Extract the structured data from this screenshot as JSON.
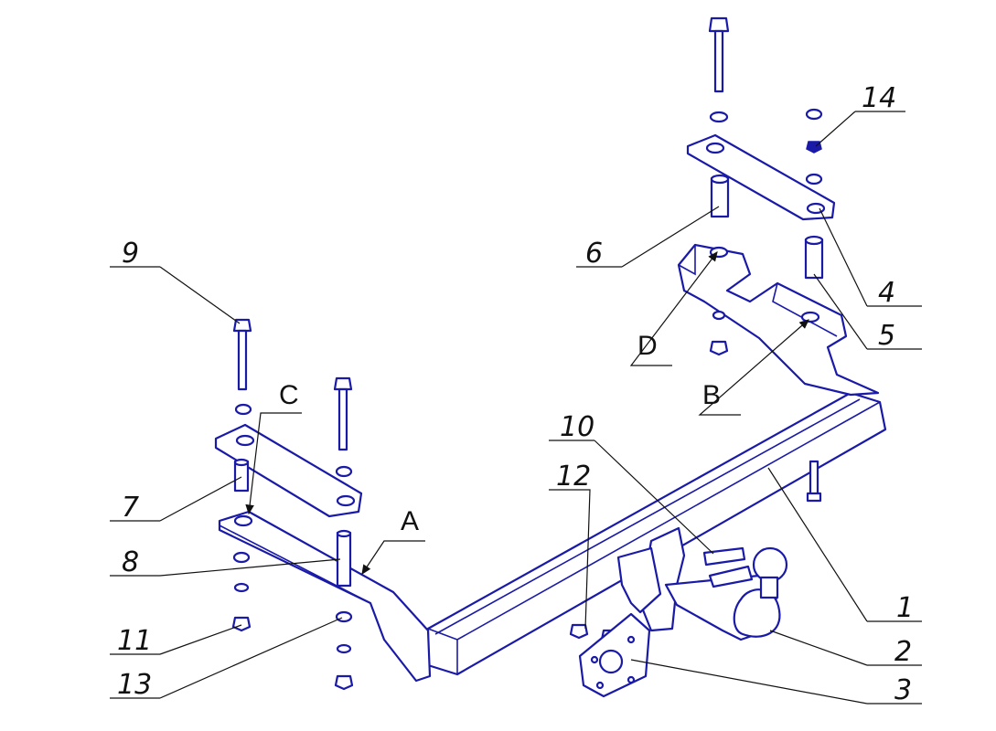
{
  "callouts": {
    "c1": "1",
    "c2": "2",
    "c3": "3",
    "c4": "4",
    "c5": "5",
    "c6": "6",
    "c7": "7",
    "c8": "8",
    "c9": "9",
    "c10": "10",
    "c11": "11",
    "c12": "12",
    "c13": "13",
    "c14": "14",
    "A": "A",
    "B": "B",
    "C": "C",
    "D": "D"
  },
  "colors": {
    "line": "#1a1aa8",
    "label": "#111111"
  }
}
